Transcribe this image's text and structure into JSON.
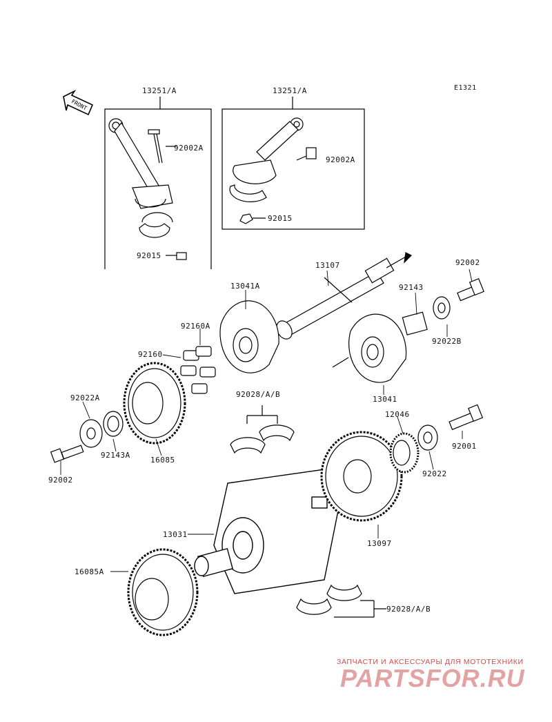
{
  "diagram": {
    "code": "E1321",
    "front_label": "FRONT",
    "parts": {
      "p13251_left": "13251/A",
      "p13251_right": "13251/A",
      "p92002A_left": "92002A",
      "p92002A_right": "92002A",
      "p92015_left": "92015",
      "p92015_right": "92015",
      "p13107": "13107",
      "p92002_top": "92002",
      "p92143": "92143",
      "p92022B": "92022B",
      "p13041A": "13041A",
      "p92160A": "92160A",
      "p92160": "92160",
      "p13041": "13041",
      "p92028_mid": "92028/A/B",
      "p92022A": "92022A",
      "p12046": "12046",
      "p92001": "92001",
      "p92143A": "92143A",
      "p16085": "16085",
      "p92022": "92022",
      "p92002_bottom": "92002",
      "p13031": "13031",
      "p13097": "13097",
      "p16085A": "16085A",
      "p92028_bottom": "92028/A/B"
    }
  },
  "watermark": {
    "tagline": "ЗАПЧАСТИ И АКСЕССУАРЫ ДЛЯ МОТОТЕХНИКИ",
    "logo_text": "PARTSFOR.RU",
    "color": "#d24b4b"
  }
}
